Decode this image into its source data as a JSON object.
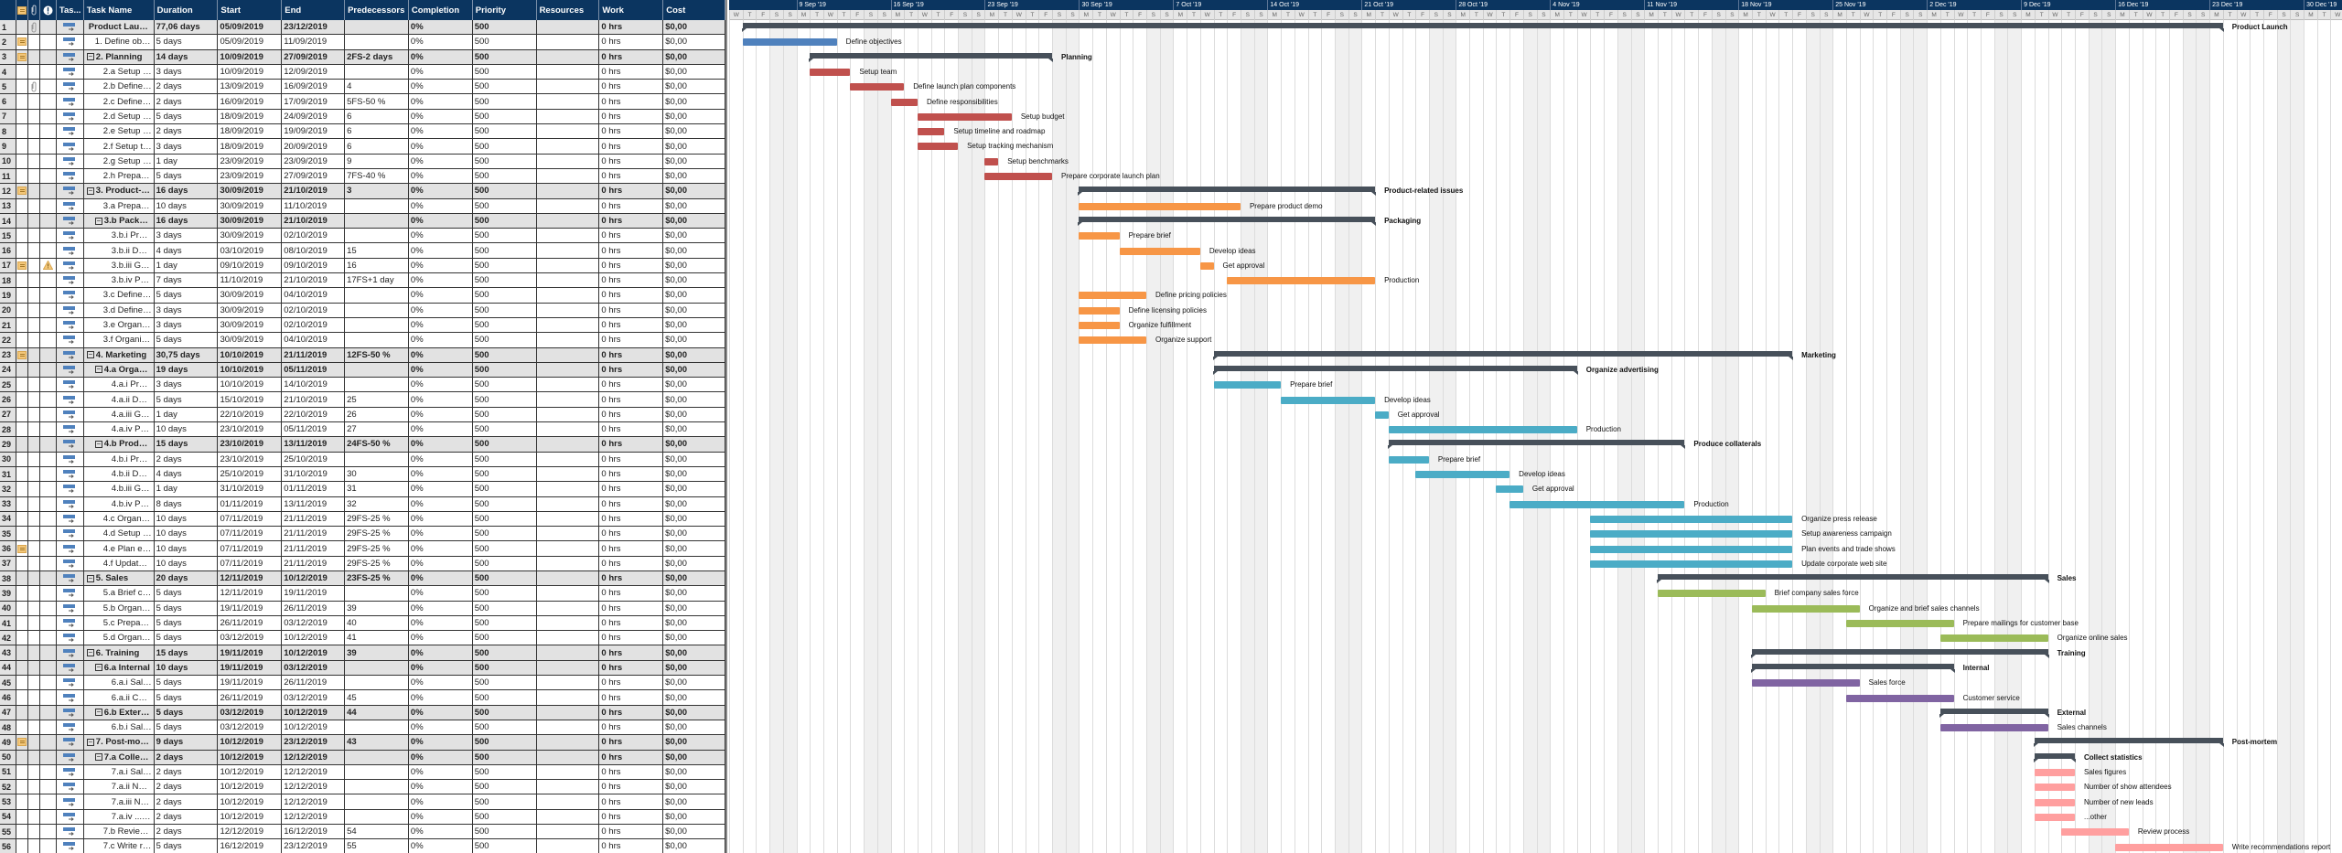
{
  "columns": [
    "",
    "",
    "",
    "",
    "Tas...",
    "Task Name",
    "Duration",
    "Start",
    "End",
    "Predecessors",
    "Completion",
    "Priority",
    "Resources",
    "Work",
    "Cost"
  ],
  "header_icons": [
    "notes-icon",
    "attachment-icon",
    "indicator-icon"
  ],
  "timeline": {
    "start_date": "2019-09-04",
    "days": 121,
    "day_letters": [
      "M",
      "T",
      "W",
      "T",
      "F",
      "S",
      "S"
    ],
    "weeks": [
      "9 Sep '19",
      "16 Sep '19",
      "23 Sep '19",
      "30 Sep '19",
      "7 Oct '19",
      "14 Oct '19",
      "21 Oct '19",
      "28 Oct '19",
      "4 Nov '19",
      "11 Nov '19",
      "18 Nov '19",
      "25 Nov '19",
      "2 Dec '19",
      "9 Dec '19",
      "16 Dec '19",
      "23 Dec '19",
      "30 Dec '19"
    ]
  },
  "colors": {
    "header": "#0b3560",
    "summary": "#47505a",
    "objectives": "#4f81bd",
    "planning": "#c0504d",
    "product": "#f79646",
    "marketing": "#4bacc6",
    "sales": "#9bbb59",
    "training": "#8064a2",
    "postmortem": "#ff9f9f"
  },
  "defaults": {
    "completion": "0%",
    "priority": "500",
    "resources": "",
    "work": "0 hrs",
    "cost": "$0,00"
  },
  "tasks": [
    {
      "id": "1",
      "name": "Product Launch",
      "label": "Product Launch",
      "duration": "77,06 days",
      "start": "05/09/2019",
      "end": "23/12/2019",
      "pred": "",
      "level": 0,
      "summary": true,
      "attach": true
    },
    {
      "id": "2",
      "name": "1. Define objectives",
      "label": "Define objectives",
      "duration": "5 days",
      "start": "05/09/2019",
      "end": "11/09/2019",
      "pred": "",
      "level": 1,
      "note": true,
      "color": "#4f81bd"
    },
    {
      "id": "3",
      "name": "2. Planning",
      "label": "Planning",
      "duration": "14 days",
      "start": "10/09/2019",
      "end": "27/09/2019",
      "pred": "2FS-2 days",
      "level": 1,
      "summary": true,
      "note": true
    },
    {
      "id": "4",
      "name": "2.a Setup team",
      "label": "Setup team",
      "duration": "3 days",
      "start": "10/09/2019",
      "end": "12/09/2019",
      "pred": "",
      "level": 2,
      "color": "#c0504d"
    },
    {
      "id": "5",
      "name": "2.b Define launch plan components",
      "label": "Define launch plan components",
      "duration": "2 days",
      "start": "13/09/2019",
      "end": "16/09/2019",
      "pred": "4",
      "level": 2,
      "attach": true,
      "color": "#c0504d"
    },
    {
      "id": "6",
      "name": "2.c Define responsibilities",
      "label": "Define responsibilities",
      "duration": "2 days",
      "start": "16/09/2019",
      "end": "17/09/2019",
      "pred": "5FS-50 %",
      "level": 2,
      "color": "#c0504d"
    },
    {
      "id": "7",
      "name": "2.d Setup budget",
      "label": "Setup budget",
      "duration": "5 days",
      "start": "18/09/2019",
      "end": "24/09/2019",
      "pred": "6",
      "level": 2,
      "color": "#c0504d"
    },
    {
      "id": "8",
      "name": "2.e Setup timeline and roadmap",
      "label": "Setup timeline and roadmap",
      "duration": "2 days",
      "start": "18/09/2019",
      "end": "19/09/2019",
      "pred": "6",
      "level": 2,
      "color": "#c0504d"
    },
    {
      "id": "9",
      "name": "2.f Setup tracking mechanism",
      "label": "Setup tracking mechanism",
      "duration": "3 days",
      "start": "18/09/2019",
      "end": "20/09/2019",
      "pred": "6",
      "level": 2,
      "color": "#c0504d"
    },
    {
      "id": "10",
      "name": "2.g Setup benchmarks",
      "label": "Setup benchmarks",
      "duration": "1 day",
      "start": "23/09/2019",
      "end": "23/09/2019",
      "pred": "9",
      "level": 2,
      "color": "#c0504d"
    },
    {
      "id": "11",
      "name": "2.h Prepare corporate launch plan",
      "label": "Prepare corporate launch plan",
      "duration": "5 days",
      "start": "23/09/2019",
      "end": "27/09/2019",
      "pred": "7FS-40 %",
      "level": 2,
      "color": "#c0504d"
    },
    {
      "id": "12",
      "name": "3. Product-related issues",
      "label": "Product-related issues",
      "duration": "16 days",
      "start": "30/09/2019",
      "end": "21/10/2019",
      "pred": "3",
      "level": 1,
      "summary": true,
      "note": true
    },
    {
      "id": "13",
      "name": "3.a Prepare product demo",
      "label": "Prepare product demo",
      "duration": "10 days",
      "start": "30/09/2019",
      "end": "11/10/2019",
      "pred": "",
      "level": 2,
      "color": "#f79646"
    },
    {
      "id": "14",
      "name": "3.b Packaging",
      "label": "Packaging",
      "duration": "16 days",
      "start": "30/09/2019",
      "end": "21/10/2019",
      "pred": "",
      "level": 2,
      "summary": true
    },
    {
      "id": "15",
      "name": "3.b.i Prepare brief",
      "label": "Prepare brief",
      "duration": "3 days",
      "start": "30/09/2019",
      "end": "02/10/2019",
      "pred": "",
      "level": 3,
      "color": "#f79646"
    },
    {
      "id": "16",
      "name": "3.b.ii Develop ideas",
      "label": "Develop ideas",
      "duration": "4 days",
      "start": "03/10/2019",
      "end": "08/10/2019",
      "pred": "15",
      "level": 3,
      "color": "#f79646"
    },
    {
      "id": "17",
      "name": "3.b.iii Get approval",
      "label": "Get approval",
      "duration": "1 day",
      "start": "09/10/2019",
      "end": "09/10/2019",
      "pred": "16",
      "level": 3,
      "note": true,
      "warn": true,
      "color": "#f79646"
    },
    {
      "id": "18",
      "name": "3.b.iv Production",
      "label": "Production",
      "duration": "7 days",
      "start": "11/10/2019",
      "end": "21/10/2019",
      "pred": "17FS+1 day",
      "level": 3,
      "color": "#f79646"
    },
    {
      "id": "19",
      "name": "3.c Define pricing policies",
      "label": "Define pricing policies",
      "duration": "5 days",
      "start": "30/09/2019",
      "end": "04/10/2019",
      "pred": "",
      "level": 2,
      "color": "#f79646"
    },
    {
      "id": "20",
      "name": "3.d Define licensing policies",
      "label": "Define licensing policies",
      "duration": "3 days",
      "start": "30/09/2019",
      "end": "02/10/2019",
      "pred": "",
      "level": 2,
      "color": "#f79646"
    },
    {
      "id": "21",
      "name": "3.e Organize fulfillment",
      "label": "Organize fulfillment",
      "duration": "3 days",
      "start": "30/09/2019",
      "end": "02/10/2019",
      "pred": "",
      "level": 2,
      "color": "#f79646"
    },
    {
      "id": "22",
      "name": "3.f Organize support",
      "label": "Organize support",
      "duration": "5 days",
      "start": "30/09/2019",
      "end": "04/10/2019",
      "pred": "",
      "level": 2,
      "color": "#f79646"
    },
    {
      "id": "23",
      "name": "4. Marketing",
      "label": "Marketing",
      "duration": "30,75 days",
      "start": "10/10/2019",
      "end": "21/11/2019",
      "pred": "12FS-50 %",
      "level": 1,
      "summary": true,
      "note": true
    },
    {
      "id": "24",
      "name": "4.a Organize advertising",
      "label": "Organize advertising",
      "duration": "19 days",
      "start": "10/10/2019",
      "end": "05/11/2019",
      "pred": "",
      "level": 2,
      "summary": true
    },
    {
      "id": "25",
      "name": "4.a.i Prepare brief",
      "label": "Prepare brief",
      "duration": "3 days",
      "start": "10/10/2019",
      "end": "14/10/2019",
      "pred": "",
      "level": 3,
      "color": "#4bacc6"
    },
    {
      "id": "26",
      "name": "4.a.ii Develop ideas",
      "label": "Develop ideas",
      "duration": "5 days",
      "start": "15/10/2019",
      "end": "21/10/2019",
      "pred": "25",
      "level": 3,
      "color": "#4bacc6"
    },
    {
      "id": "27",
      "name": "4.a.iii Get approval",
      "label": "Get approval",
      "duration": "1 day",
      "start": "22/10/2019",
      "end": "22/10/2019",
      "pred": "26",
      "level": 3,
      "color": "#4bacc6"
    },
    {
      "id": "28",
      "name": "4.a.iv Production",
      "label": "Production",
      "duration": "10 days",
      "start": "23/10/2019",
      "end": "05/11/2019",
      "pred": "27",
      "level": 3,
      "color": "#4bacc6"
    },
    {
      "id": "29",
      "name": "4.b Produce collaterals",
      "label": "Produce collaterals",
      "duration": "15 days",
      "start": "23/10/2019",
      "end": "13/11/2019",
      "pred": "24FS-50 %",
      "level": 2,
      "summary": true
    },
    {
      "id": "30",
      "name": "4.b.i Prepare brief",
      "label": "Prepare brief",
      "duration": "2 days",
      "start": "23/10/2019",
      "end": "25/10/2019",
      "pred": "",
      "level": 3,
      "color": "#4bacc6"
    },
    {
      "id": "31",
      "name": "4.b.ii Develop ideas",
      "label": "Develop ideas",
      "duration": "4 days",
      "start": "25/10/2019",
      "end": "31/10/2019",
      "pred": "30",
      "level": 3,
      "color": "#4bacc6"
    },
    {
      "id": "32",
      "name": "4.b.iii Get approval",
      "label": "Get approval",
      "duration": "1 day",
      "start": "31/10/2019",
      "end": "01/11/2019",
      "pred": "31",
      "level": 3,
      "color": "#4bacc6"
    },
    {
      "id": "33",
      "name": "4.b.iv Production",
      "label": "Production",
      "duration": "8 days",
      "start": "01/11/2019",
      "end": "13/11/2019",
      "pred": "32",
      "level": 3,
      "color": "#4bacc6"
    },
    {
      "id": "34",
      "name": "4.c Organize press release",
      "label": "Organize press release",
      "duration": "10 days",
      "start": "07/11/2019",
      "end": "21/11/2019",
      "pred": "29FS-25 %",
      "level": 2,
      "color": "#4bacc6"
    },
    {
      "id": "35",
      "name": "4.d Setup awareness campaign",
      "label": "Setup awareness campaign",
      "duration": "10 days",
      "start": "07/11/2019",
      "end": "21/11/2019",
      "pred": "29FS-25 %",
      "level": 2,
      "color": "#4bacc6"
    },
    {
      "id": "36",
      "name": "4.e Plan events and trade shows",
      "label": "Plan events and trade shows",
      "duration": "10 days",
      "start": "07/11/2019",
      "end": "21/11/2019",
      "pred": "29FS-25 %",
      "level": 2,
      "note": true,
      "color": "#4bacc6"
    },
    {
      "id": "37",
      "name": "4.f Update corporate web site",
      "label": "Update corporate web site",
      "duration": "10 days",
      "start": "07/11/2019",
      "end": "21/11/2019",
      "pred": "29FS-25 %",
      "level": 2,
      "color": "#4bacc6"
    },
    {
      "id": "38",
      "name": "5. Sales",
      "label": "Sales",
      "duration": "20 days",
      "start": "12/11/2019",
      "end": "10/12/2019",
      "pred": "23FS-25 %",
      "level": 1,
      "summary": true
    },
    {
      "id": "39",
      "name": "5.a Brief company sales force",
      "label": "Brief company sales force",
      "duration": "5 days",
      "start": "12/11/2019",
      "end": "19/11/2019",
      "pred": "",
      "level": 2,
      "color": "#9bbb59"
    },
    {
      "id": "40",
      "name": "5.b Organize and brief sales channels",
      "label": "Organize and brief sales channels",
      "duration": "5 days",
      "start": "19/11/2019",
      "end": "26/11/2019",
      "pred": "39",
      "level": 2,
      "color": "#9bbb59"
    },
    {
      "id": "41",
      "name": "5.c Prepare mailings for customer base",
      "label": "Prepare mailings for customer base",
      "duration": "5 days",
      "start": "26/11/2019",
      "end": "03/12/2019",
      "pred": "40",
      "level": 2,
      "color": "#9bbb59"
    },
    {
      "id": "42",
      "name": "5.d Organize online sales",
      "label": "Organize online sales",
      "duration": "5 days",
      "start": "03/12/2019",
      "end": "10/12/2019",
      "pred": "41",
      "level": 2,
      "color": "#9bbb59"
    },
    {
      "id": "43",
      "name": "6. Training",
      "label": "Training",
      "duration": "15 days",
      "start": "19/11/2019",
      "end": "10/12/2019",
      "pred": "39",
      "level": 1,
      "summary": true
    },
    {
      "id": "44",
      "name": "6.a Internal",
      "label": "Internal",
      "duration": "10 days",
      "start": "19/11/2019",
      "end": "03/12/2019",
      "pred": "",
      "level": 2,
      "summary": true
    },
    {
      "id": "45",
      "name": "6.a.i Sales force",
      "label": "Sales force",
      "duration": "5 days",
      "start": "19/11/2019",
      "end": "26/11/2019",
      "pred": "",
      "level": 3,
      "color": "#8064a2"
    },
    {
      "id": "46",
      "name": "6.a.ii Customer service",
      "label": "Customer service",
      "duration": "5 days",
      "start": "26/11/2019",
      "end": "03/12/2019",
      "pred": "45",
      "level": 3,
      "color": "#8064a2"
    },
    {
      "id": "47",
      "name": "6.b External",
      "label": "External",
      "duration": "5 days",
      "start": "03/12/2019",
      "end": "10/12/2019",
      "pred": "44",
      "level": 2,
      "summary": true
    },
    {
      "id": "48",
      "name": "6.b.i Sales channels",
      "label": "Sales channels",
      "duration": "5 days",
      "start": "03/12/2019",
      "end": "10/12/2019",
      "pred": "",
      "level": 3,
      "color": "#8064a2"
    },
    {
      "id": "49",
      "name": "7. Post-mortem",
      "label": "Post-mortem",
      "duration": "9 days",
      "start": "10/12/2019",
      "end": "23/12/2019",
      "pred": "43",
      "level": 1,
      "summary": true,
      "note": true
    },
    {
      "id": "50",
      "name": "7.a Collect statistics",
      "label": "Collect statistics",
      "duration": "2 days",
      "start": "10/12/2019",
      "end": "12/12/2019",
      "pred": "",
      "level": 2,
      "summary": true
    },
    {
      "id": "51",
      "name": "7.a.i Sales figures",
      "label": "Sales figures",
      "duration": "2 days",
      "start": "10/12/2019",
      "end": "12/12/2019",
      "pred": "",
      "level": 3,
      "color": "#ff9f9f"
    },
    {
      "id": "52",
      "name": "7.a.ii Number of show attendees",
      "label": "Number of show attendees",
      "duration": "2 days",
      "start": "10/12/2019",
      "end": "12/12/2019",
      "pred": "",
      "level": 3,
      "color": "#ff9f9f"
    },
    {
      "id": "53",
      "name": "7.a.iii Number of new leads",
      "label": "Number of new leads",
      "duration": "2 days",
      "start": "10/12/2019",
      "end": "12/12/2019",
      "pred": "",
      "level": 3,
      "color": "#ff9f9f"
    },
    {
      "id": "54",
      "name": "7.a.iv ...other",
      "label": "...other",
      "duration": "2 days",
      "start": "10/12/2019",
      "end": "12/12/2019",
      "pred": "",
      "level": 3,
      "color": "#ff9f9f"
    },
    {
      "id": "55",
      "name": "7.b Review process",
      "label": "Review process",
      "duration": "2 days",
      "start": "12/12/2019",
      "end": "16/12/2019",
      "pred": "54",
      "level": 2,
      "color": "#ff9f9f"
    },
    {
      "id": "56",
      "name": "7.c Write recommendations report",
      "label": "Write recommendations report",
      "duration": "5 days",
      "start": "16/12/2019",
      "end": "23/12/2019",
      "pred": "55",
      "level": 2,
      "color": "#ff9f9f"
    }
  ]
}
